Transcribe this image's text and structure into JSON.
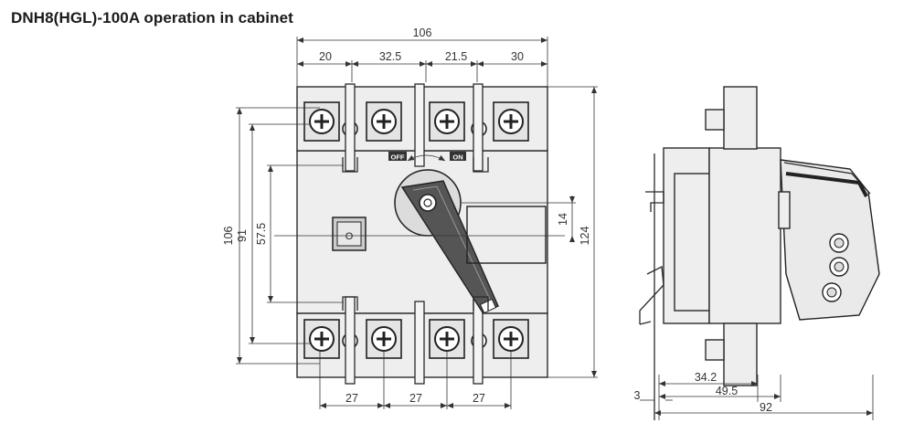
{
  "title": "DNH8(HGL)-100A operation in cabinet",
  "front_view": {
    "width_total": "106",
    "width_segments": [
      "20",
      "32.5",
      "21.5",
      "30"
    ],
    "left_heights": [
      "106",
      "91",
      "57.5"
    ],
    "right_dims": [
      "14",
      "124"
    ],
    "bottom_spacing": [
      "27",
      "27",
      "27"
    ],
    "label_off": "OFF",
    "label_on": "ON",
    "center_mark": "O"
  },
  "side_view": {
    "dims": [
      "34.2",
      "49.5",
      "92",
      "3"
    ]
  }
}
